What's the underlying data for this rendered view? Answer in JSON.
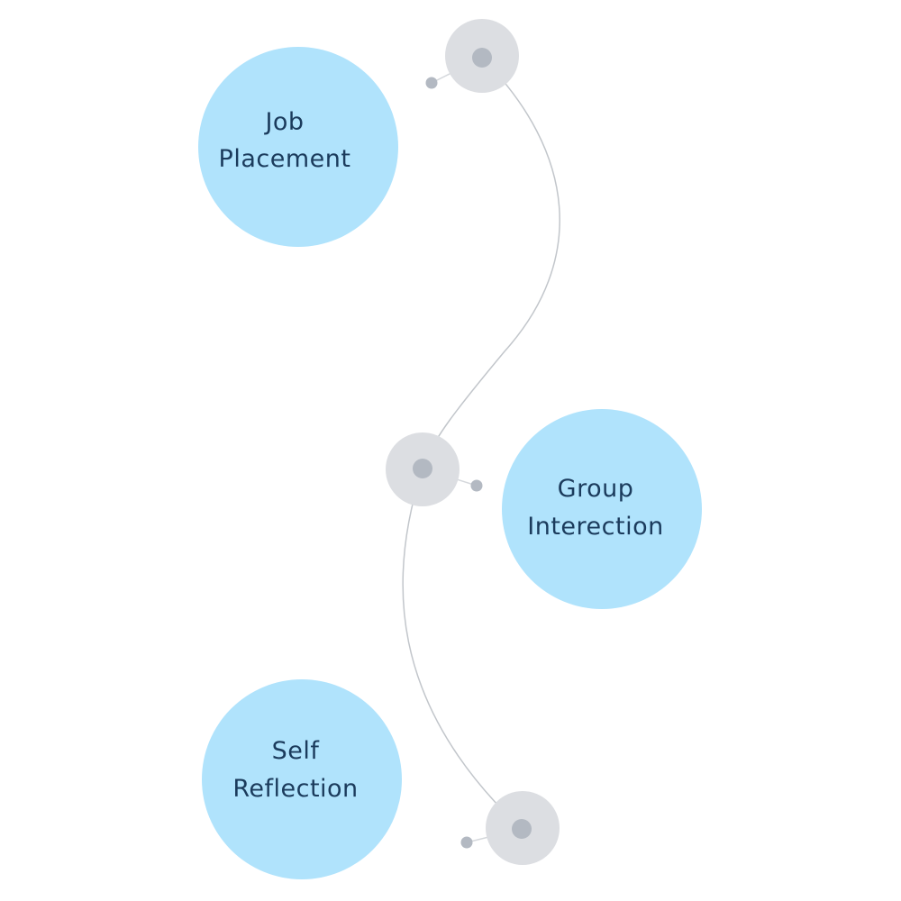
{
  "colors": {
    "bubble_fill": "#b0e3fc",
    "label_text": "#1b3b5c",
    "halo_fill": "#dcdee2",
    "dot_fill": "#b3b9c2",
    "small_dot_fill": "#b3b9c2",
    "connector_stroke": "#c2c6cb"
  },
  "nodes": [
    {
      "label_lines": [
        "Job",
        "Placement"
      ]
    },
    {
      "label_lines": [
        "Group",
        "Interection"
      ]
    },
    {
      "label_lines": [
        "Self",
        "Reflection"
      ]
    }
  ]
}
